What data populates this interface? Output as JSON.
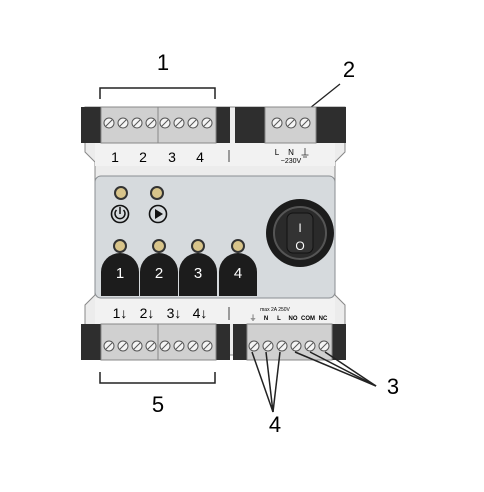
{
  "callouts": [
    "1",
    "2",
    "3",
    "4",
    "5"
  ],
  "top_terminals": {
    "outputs": [
      "1",
      "2",
      "3",
      "4"
    ],
    "power": {
      "L": "L",
      "N": "N",
      "voltage": "~230V"
    }
  },
  "panel": {
    "buttons": [
      "1",
      "2",
      "3",
      "4"
    ],
    "icons": [
      "power-icon",
      "play-icon"
    ],
    "switch_symbols": [
      "I",
      "O"
    ]
  },
  "bottom_terminals": {
    "outputs": [
      "1↓",
      "2↓",
      "3↓",
      "4↓"
    ],
    "rating": "max 2A 250V",
    "labels": [
      "⏚",
      "N",
      "L",
      "NO",
      "COM",
      "NC"
    ]
  },
  "colors": {
    "housing": "#eaeaea",
    "dark_block": "#2e2e2e",
    "terminal_block": "#cfcfcf",
    "panel": "#d6dadd",
    "button": "#1c1c1c",
    "led": "#d8c48a"
  }
}
